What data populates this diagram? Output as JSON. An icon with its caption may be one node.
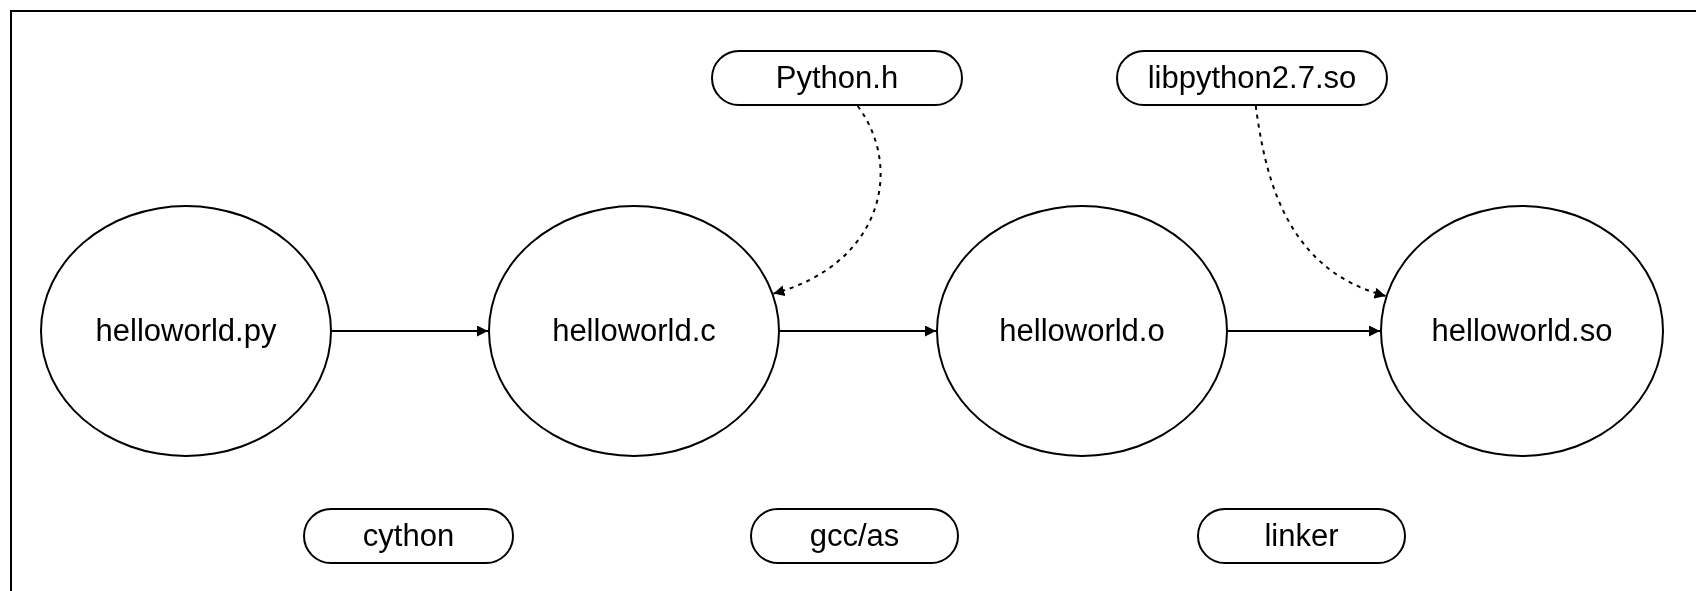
{
  "diagram": {
    "nodes": [
      {
        "text": [
          "Python.h"
        ]
      },
      {
        "text": [
          "libpython2.7.so"
        ]
      },
      {
        "text": [
          "helloworld.py"
        ]
      },
      {
        "text": [
          "helloworld.c"
        ]
      },
      {
        "text": [
          "helloworld.o"
        ]
      },
      {
        "text": [
          "helloworld.so"
        ]
      },
      {
        "text": [
          "cython"
        ]
      },
      {
        "text": [
          "gcc/as"
        ]
      },
      {
        "text": [
          "linker"
        ]
      }
    ],
    "edges": [
      {
        "from": 2,
        "to": 3,
        "arrow": "to"
      },
      {
        "from": 3,
        "to": 4,
        "arrow": "to"
      },
      {
        "from": 4,
        "to": 5,
        "arrow": "to"
      },
      {
        "from": 0,
        "to": 3,
        "arrow": "to",
        "style": "dashed"
      },
      {
        "from": 1,
        "to": 5,
        "arrow": "to",
        "style": "dashed"
      }
    ]
  }
}
